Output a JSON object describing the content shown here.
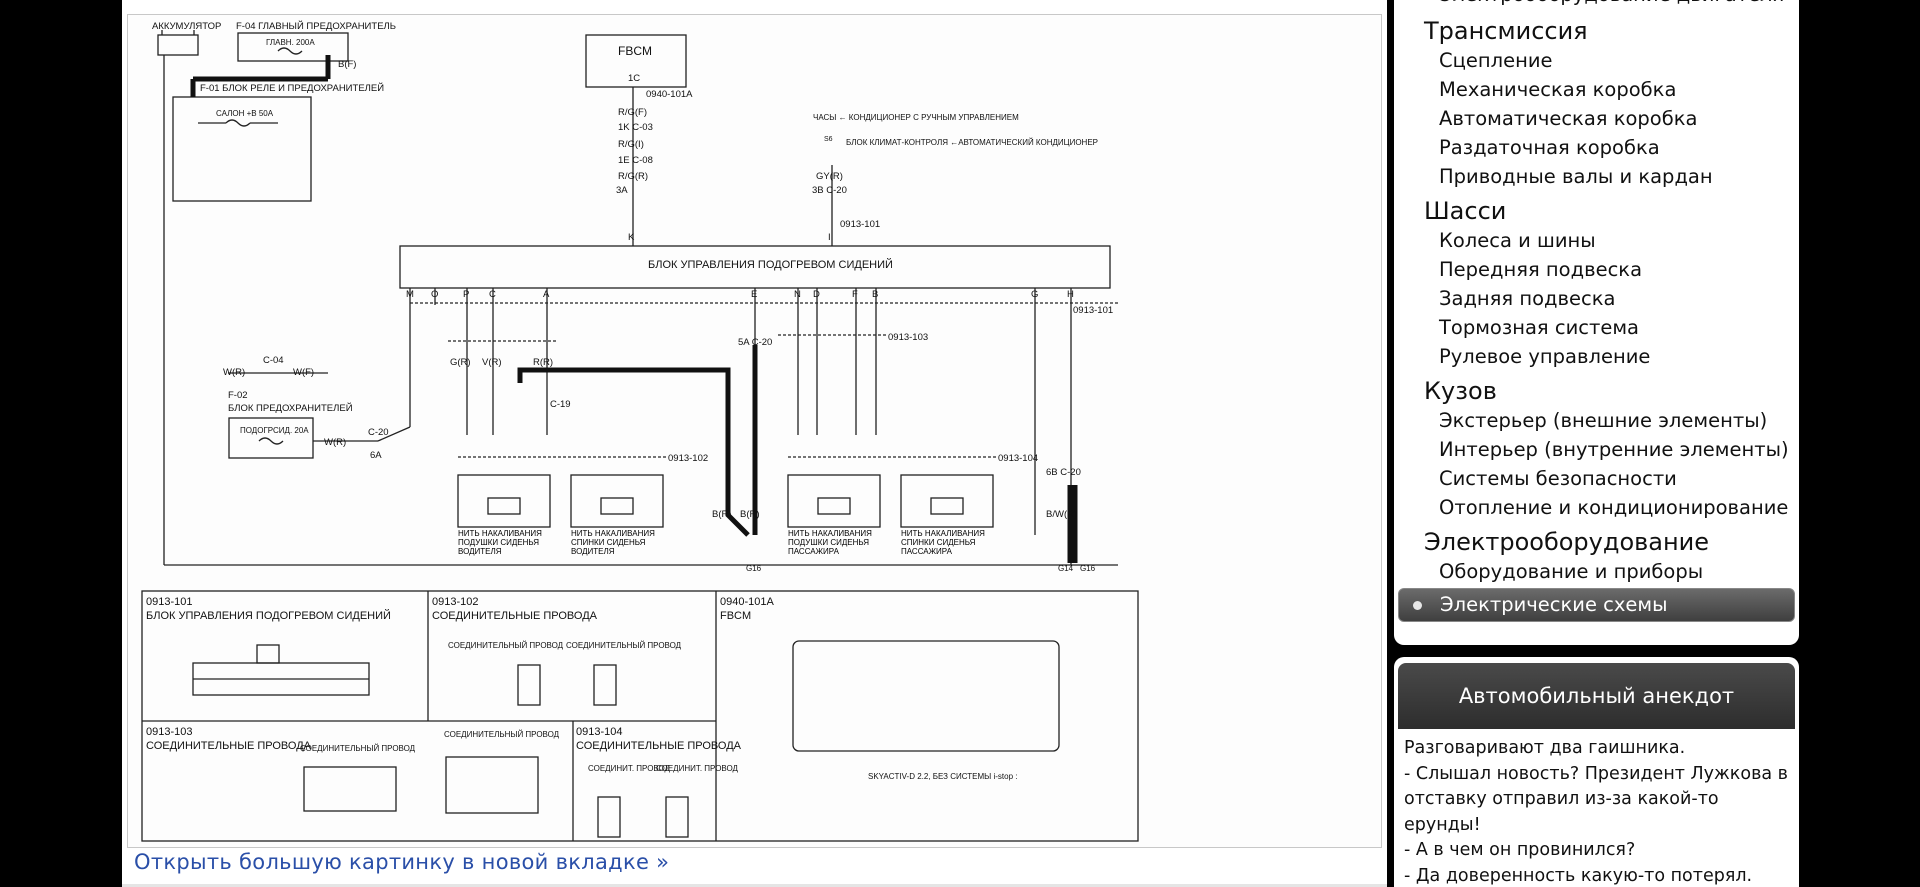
{
  "diagram": {
    "battery_label": "АККУМУЛЯТОР",
    "f04_label": "F-04  ГЛАВНЫЙ ПРЕДОХРАНИТЕЛЬ",
    "f04_fuse": "ГЛАВН. 200А",
    "bf_label": "B(F)",
    "f01_label": "F-01  БЛОК РЕЛЕ И ПРЕДОХРАНИТЕЛЕЙ",
    "salon_fuse": "САЛОН +В 50А",
    "fbcm_label": "FBCM",
    "pin_1c": "1C",
    "conn_0940": "0940-101A",
    "wire_rgf": "R/G(F)",
    "c03": "1K  C-03",
    "wire_rgi": "R/G(I)",
    "c08": "1E  C-08",
    "wire_rgr": "R/G(R)",
    "pin_3a": "3A",
    "clock_note": "ЧАСЫ  ←  КОНДИЦИОНЕР С РУЧНЫМ УПРАВЛЕНИЕМ",
    "climate_note": "БЛОК КЛИМАТ-КОНТРОЛЯ ←АВТОМАТИЧЕСКИЙ КОНДИЦИОНЕР",
    "s6": "S6",
    "wire_gyr": "GY(R)",
    "c20_3b": "3B  C-20",
    "conn_0913_101": "0913-101",
    "pin_k": "K",
    "pin_i": "I",
    "module_label": "БЛОК УПРАВЛЕНИЯ ПОДОГРЕВОМ СИДЕНИЙ",
    "module_pins": [
      "M",
      "O",
      "P",
      "C",
      "A",
      "E",
      "N",
      "D",
      "F",
      "B",
      "G",
      "H"
    ],
    "c20_5a": "5A  C-20",
    "conn_0913_103": "0913-103",
    "wire_wr": "W(R)",
    "c04": "C-04",
    "wire_wf": "W(F)",
    "f02_label": "F-02",
    "f02_desc": "БЛОК ПРЕДОХРАНИТЕЛЕЙ",
    "podogr_fuse": "ПОДОГРСИД. 20А",
    "c20_6a": "C-20",
    "pin_6a": "6A",
    "wire_gr": "G(R)",
    "wire_vr": "V(R)",
    "wire_rr": "R(R)",
    "c19": "C-19",
    "conn_0913_102": "0913-102",
    "conn_0913_104": "0913-104",
    "wire_br": "B(R)",
    "wire_bwr": "B/W(R)",
    "c20_6b": "6B  C-20",
    "g16": "G16",
    "g14": "G14",
    "heater1": "НИТЬ НАКАЛИВАНИЯ ПОДУШКИ СИДЕНЬЯ ВОДИТЕЛЯ",
    "heater2": "НИТЬ НАКАЛИВАНИЯ СПИНКИ СИДЕНЬЯ ВОДИТЕЛЯ",
    "heater3": "НИТЬ НАКАЛИВАНИЯ ПОДУШКИ СИДЕНЬЯ ПАССАЖИРА",
    "heater4": "НИТЬ НАКАЛИВАНИЯ СПИНКИ СИДЕНЬЯ ПАССАЖИРА",
    "tbl1_code": "0913-101",
    "tbl1_title": "БЛОК УПРАВЛЕНИЯ ПОДОГРЕВОМ СИДЕНИЙ",
    "tbl2_code": "0913-102",
    "tbl2_title": "СОЕДИНИТЕЛЬНЫЕ ПРОВОДА",
    "tbl2_sub": "СОЕДИНИТЕЛЬНЫЙ ПРОВОД",
    "tbl3_code": "0940-101A",
    "tbl3_title": "FBCM",
    "tbl3_note": "SKYACTIV-D 2.2, БЕЗ СИСТЕМЫ i-stop :",
    "tbl4_code": "0913-103",
    "tbl4_title": "СОЕДИНИТЕЛЬНЫЕ ПРОВОДА",
    "tbl4_sub": "СОЕДИНИТЕЛЬНЫЙ ПРОВОД",
    "tbl5_code": "0913-104",
    "tbl5_title": "СОЕДИНИТЕЛЬНЫЕ ПРОВОДА",
    "tbl5_sub": "СОЕДИНИТ. ПРОВОД"
  },
  "open_link": "Открыть большую картинку в новой вкладке »",
  "sidebar": {
    "top_cut_item": "Электрооборудование двигателя",
    "groups": [
      {
        "title": "Трансмиссия",
        "items": [
          "Сцепление",
          "Механическая коробка",
          "Автоматическая коробка",
          "Раздаточная коробка",
          "Приводные валы и кардан"
        ]
      },
      {
        "title": "Шасси",
        "items": [
          "Колеса и шины",
          "Передняя подвеска",
          "Задняя подвеска",
          "Тормозная система",
          "Рулевое управление"
        ]
      },
      {
        "title": "Кузов",
        "items": [
          "Экстерьер (внешние элементы)",
          "Интерьер (внутренние элементы)",
          "Системы безопасности",
          "Отопление и кондиционирование"
        ]
      },
      {
        "title": "Электрооборудование",
        "items": [
          "Оборудование и приборы",
          "Электрические схемы"
        ]
      }
    ],
    "active_item": "Электрические схемы"
  },
  "joke": {
    "title": "Автомобильный анекдот",
    "lines": [
      "Разговаривают два гаишника.",
      "- Слышал новость? Президент Лужкова в отставку отправил из-за какой-то ерунды!",
      "- А в чем он провинился?",
      "- Да доверенность какую-то потерял."
    ]
  }
}
